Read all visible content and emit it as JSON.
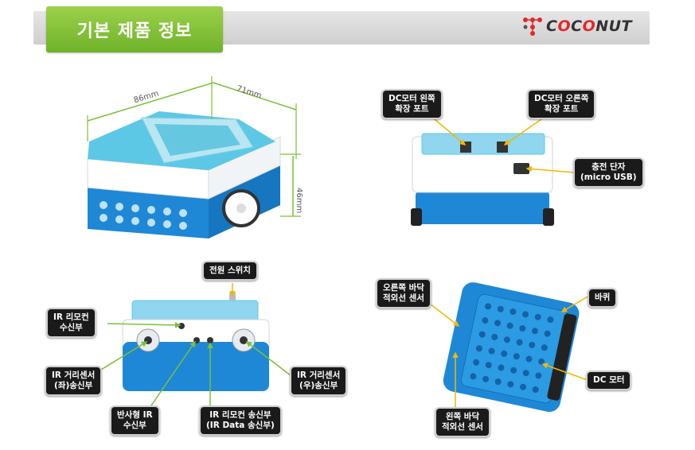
{
  "header": {
    "title": "기본 제품 정보",
    "logo_text": "COCONUT"
  },
  "dimensions": {
    "width": "86mm",
    "depth": "71mm",
    "height": "46mm"
  },
  "callouts": {
    "dc_left": [
      "DC모터 왼쪽",
      "확장 포트"
    ],
    "dc_right": [
      "DC모터 오른쪽",
      "확장 포트"
    ],
    "charge": [
      "충전 단자",
      "(micro USB)"
    ],
    "power": [
      "전원 스위치"
    ],
    "ir_remote": [
      "IR 리모컨",
      "수신부"
    ],
    "ir_left": [
      "IR 거리센서",
      "(좌)송신부"
    ],
    "reflect": [
      "반사형 IR",
      "수신부"
    ],
    "ir_data": [
      "IR 리모컨 송신부",
      "(IR Data 송신부)"
    ],
    "ir_right": [
      "IR 거리센서",
      "(우)송신부"
    ],
    "floor_right": [
      "오른쪽 바닥",
      "적외선 센서"
    ],
    "wheel": [
      "바퀴"
    ],
    "dc_motor": [
      "DC 모터"
    ],
    "floor_left": [
      "왼쪽 바닥",
      "적외선 센서"
    ]
  },
  "colors": {
    "accent_green": "#7cc035",
    "robot_blue": "#1e88d6",
    "robot_cyan": "#5cc8e6",
    "arrow_yellow": "#f2b705"
  }
}
